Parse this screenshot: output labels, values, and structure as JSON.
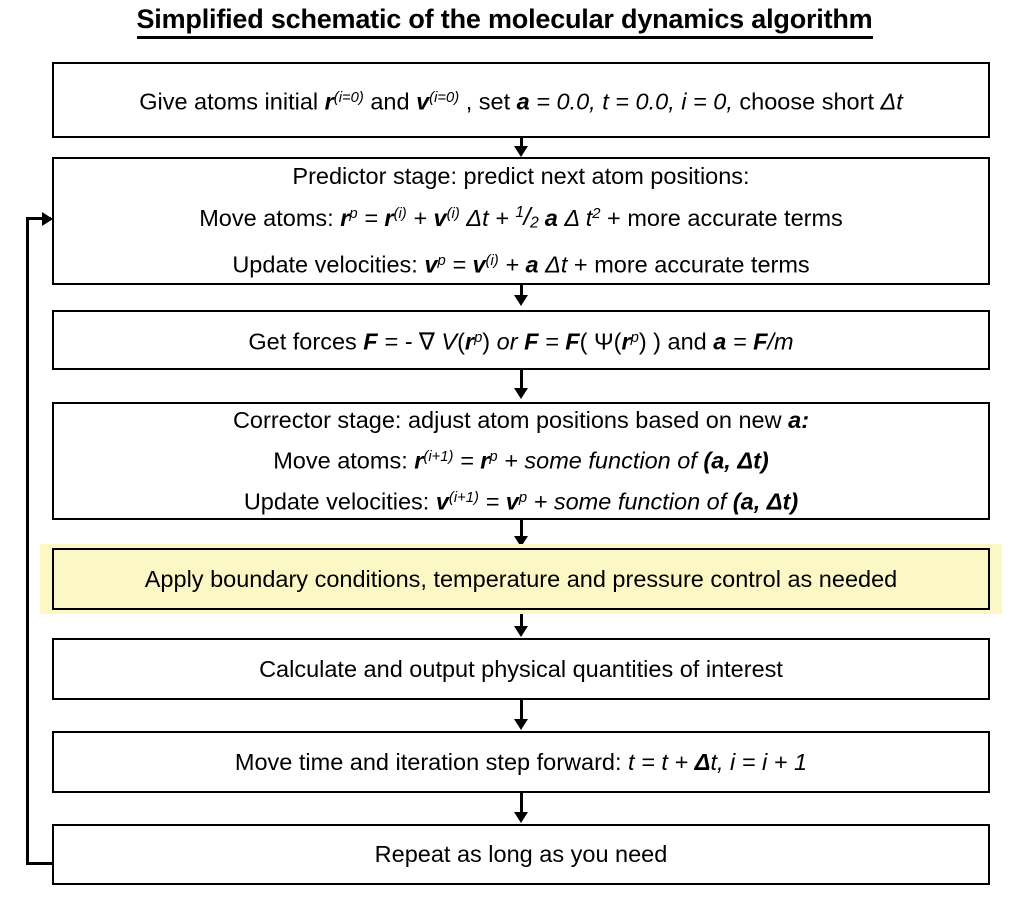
{
  "title": "Simplified schematic of the molecular dynamics algorithm",
  "colors": {
    "highlight": "#FBF8C6",
    "border": "#000000",
    "background": "#FFFFFF",
    "text": "#000000"
  },
  "nodes": [
    {
      "id": "initialize",
      "name": "initialize-box",
      "highlighted": false,
      "lines": [
        "Give atoms initial r(i=0) and v(i=0) , set a = 0.0, t = 0.0, i = 0, choose short Δt"
      ]
    },
    {
      "id": "predictor",
      "name": "predictor-stage-box",
      "highlighted": false,
      "lines": [
        "Predictor stage: predict next atom positions:",
        "Move atoms: rp = r(i) + v(i) Δt + 1/2 a Δ t2 + more accurate terms",
        "Update velocities: vp = v(i) + a Δt + more accurate terms"
      ]
    },
    {
      "id": "forces",
      "name": "get-forces-box",
      "highlighted": false,
      "lines": [
        "Get forces F = - ∇ V(rp) or F = F( Ψ(rp) ) and a = F/m"
      ]
    },
    {
      "id": "corrector",
      "name": "corrector-stage-box",
      "highlighted": false,
      "lines": [
        "Corrector stage: adjust atom positions based on new a:",
        "Move atoms: r(i+1) = rp + some function of (a, Δt)",
        "Update velocities: v(i+1) = vp + some function of (a, Δt)"
      ]
    },
    {
      "id": "boundary",
      "name": "boundary-conditions-box",
      "highlighted": true,
      "lines": [
        "Apply boundary conditions, temperature and pressure control as needed"
      ]
    },
    {
      "id": "output",
      "name": "calculate-output-box",
      "highlighted": false,
      "lines": [
        "Calculate and output physical quantities of interest"
      ]
    },
    {
      "id": "advance",
      "name": "advance-time-step-box",
      "highlighted": false,
      "lines": [
        "Move time and iteration step forward: t = t + Δt, i = i + 1"
      ]
    },
    {
      "id": "repeat",
      "name": "repeat-loop-box",
      "highlighted": false,
      "lines": [
        "Repeat as long as you need"
      ]
    }
  ],
  "connectors": [
    {
      "name": "arrow-initialize-to-predictor",
      "from": "initialize",
      "to": "predictor",
      "type": "down-arrow"
    },
    {
      "name": "arrow-predictor-to-forces",
      "from": "predictor",
      "to": "forces",
      "type": "down-arrow"
    },
    {
      "name": "arrow-forces-to-corrector",
      "from": "forces",
      "to": "corrector",
      "type": "down-arrow"
    },
    {
      "name": "arrow-corrector-to-boundary",
      "from": "corrector",
      "to": "boundary",
      "type": "down-arrow"
    },
    {
      "name": "arrow-boundary-to-output",
      "from": "boundary",
      "to": "output",
      "type": "down-arrow"
    },
    {
      "name": "arrow-output-to-advance",
      "from": "output",
      "to": "advance",
      "type": "down-arrow"
    },
    {
      "name": "arrow-advance-to-repeat",
      "from": "advance",
      "to": "repeat",
      "type": "down-arrow"
    },
    {
      "name": "feedback-loop-repeat-to-predictor",
      "from": "repeat",
      "to": "predictor",
      "type": "loop-back-left"
    }
  ]
}
